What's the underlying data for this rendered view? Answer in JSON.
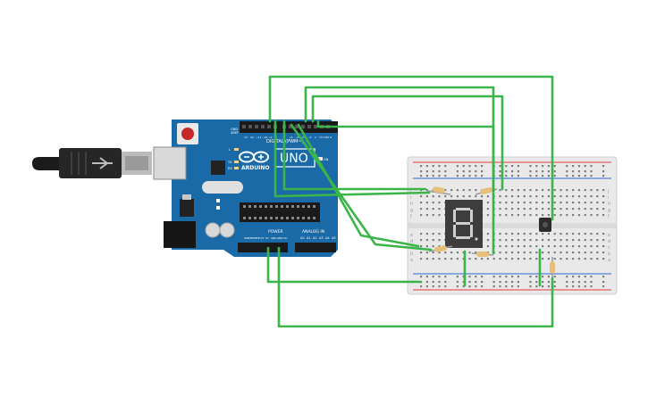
{
  "board": {
    "brand": "ARDUINO",
    "model": "UNO",
    "digital_header": "DIGITAL (PWM~)",
    "power_header": "POWER",
    "analog_header": "ANALOG IN",
    "on_led": "ON",
    "tx_label": "TX",
    "rx_label": "RX",
    "l_label": "L",
    "aref_label": "AREF",
    "gnd_label": "GND",
    "digital_pins": [
      "13",
      "12",
      "~11",
      "~10",
      "~9",
      "8",
      "7",
      "~6",
      "~5",
      "4",
      "~3",
      "2",
      "TX 1",
      "RX 0"
    ],
    "power_pins": [
      "IOREF",
      "RESET",
      "3.3V",
      "5V",
      "GND",
      "GND",
      "Vin"
    ],
    "analog_pins": [
      "A0",
      "A1",
      "A2",
      "A3",
      "A4",
      "A5"
    ]
  },
  "breadboard": {
    "row_letters_top": [
      "j",
      "i",
      "h",
      "g",
      "f"
    ],
    "row_letters_bottom": [
      "e",
      "d",
      "c",
      "b",
      "a"
    ]
  },
  "display": {
    "digit": "8"
  },
  "colors": {
    "wire": "#3ab54a",
    "board": "#1b6aa8",
    "breadboard": "#e9e9e9",
    "display": "#3d3d3d",
    "segment": "#cfcfcf",
    "resistor": "#e6c07a",
    "rail_red": "#e23a3a",
    "rail_blue": "#2a66d6"
  }
}
